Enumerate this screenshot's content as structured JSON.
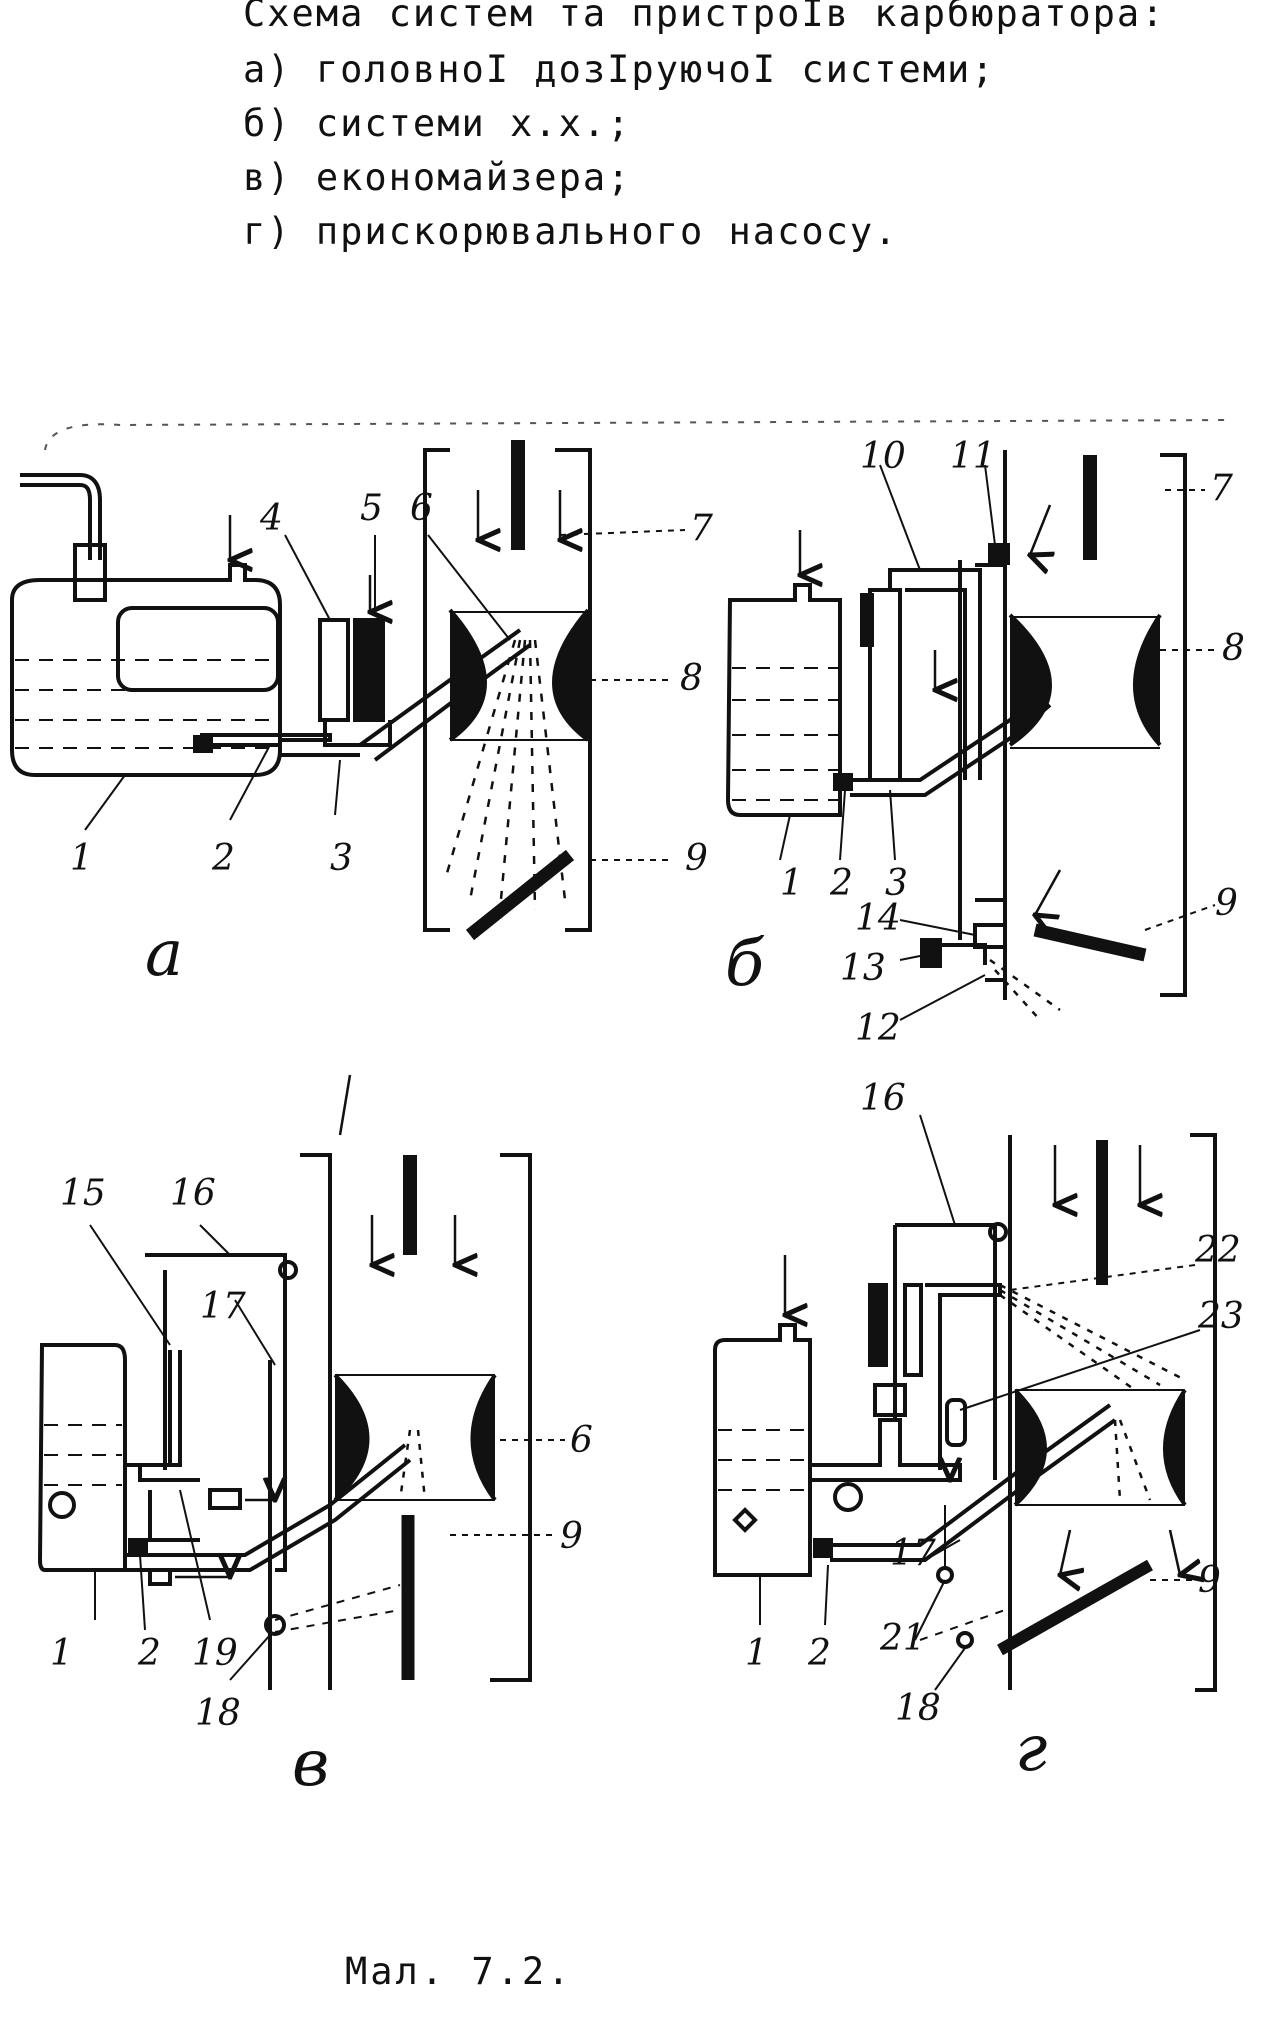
{
  "header": {
    "title": "Схема систем та пристроIв карбюратора:",
    "items": [
      "а) головноI дозIруючоI системи;",
      "б) системи х.х.;",
      "в) економайзера;",
      "г) прискорювального насосу."
    ]
  },
  "panels": {
    "a": {
      "letter": "а",
      "labels": [
        "1",
        "2",
        "3",
        "4",
        "5",
        "6",
        "7",
        "8",
        "9"
      ]
    },
    "b": {
      "letter": "б",
      "labels": [
        "1",
        "2",
        "3",
        "7",
        "8",
        "9",
        "10",
        "11",
        "12",
        "13",
        "14"
      ]
    },
    "c": {
      "letter": "в",
      "labels": [
        "1",
        "2",
        "6",
        "9",
        "15",
        "16",
        "17",
        "18",
        "19"
      ]
    },
    "d": {
      "letter": "г",
      "labels": [
        "1",
        "2",
        "9",
        "16",
        "17",
        "18",
        "21",
        "22",
        "23"
      ]
    }
  },
  "caption": "Мал. 7.2."
}
